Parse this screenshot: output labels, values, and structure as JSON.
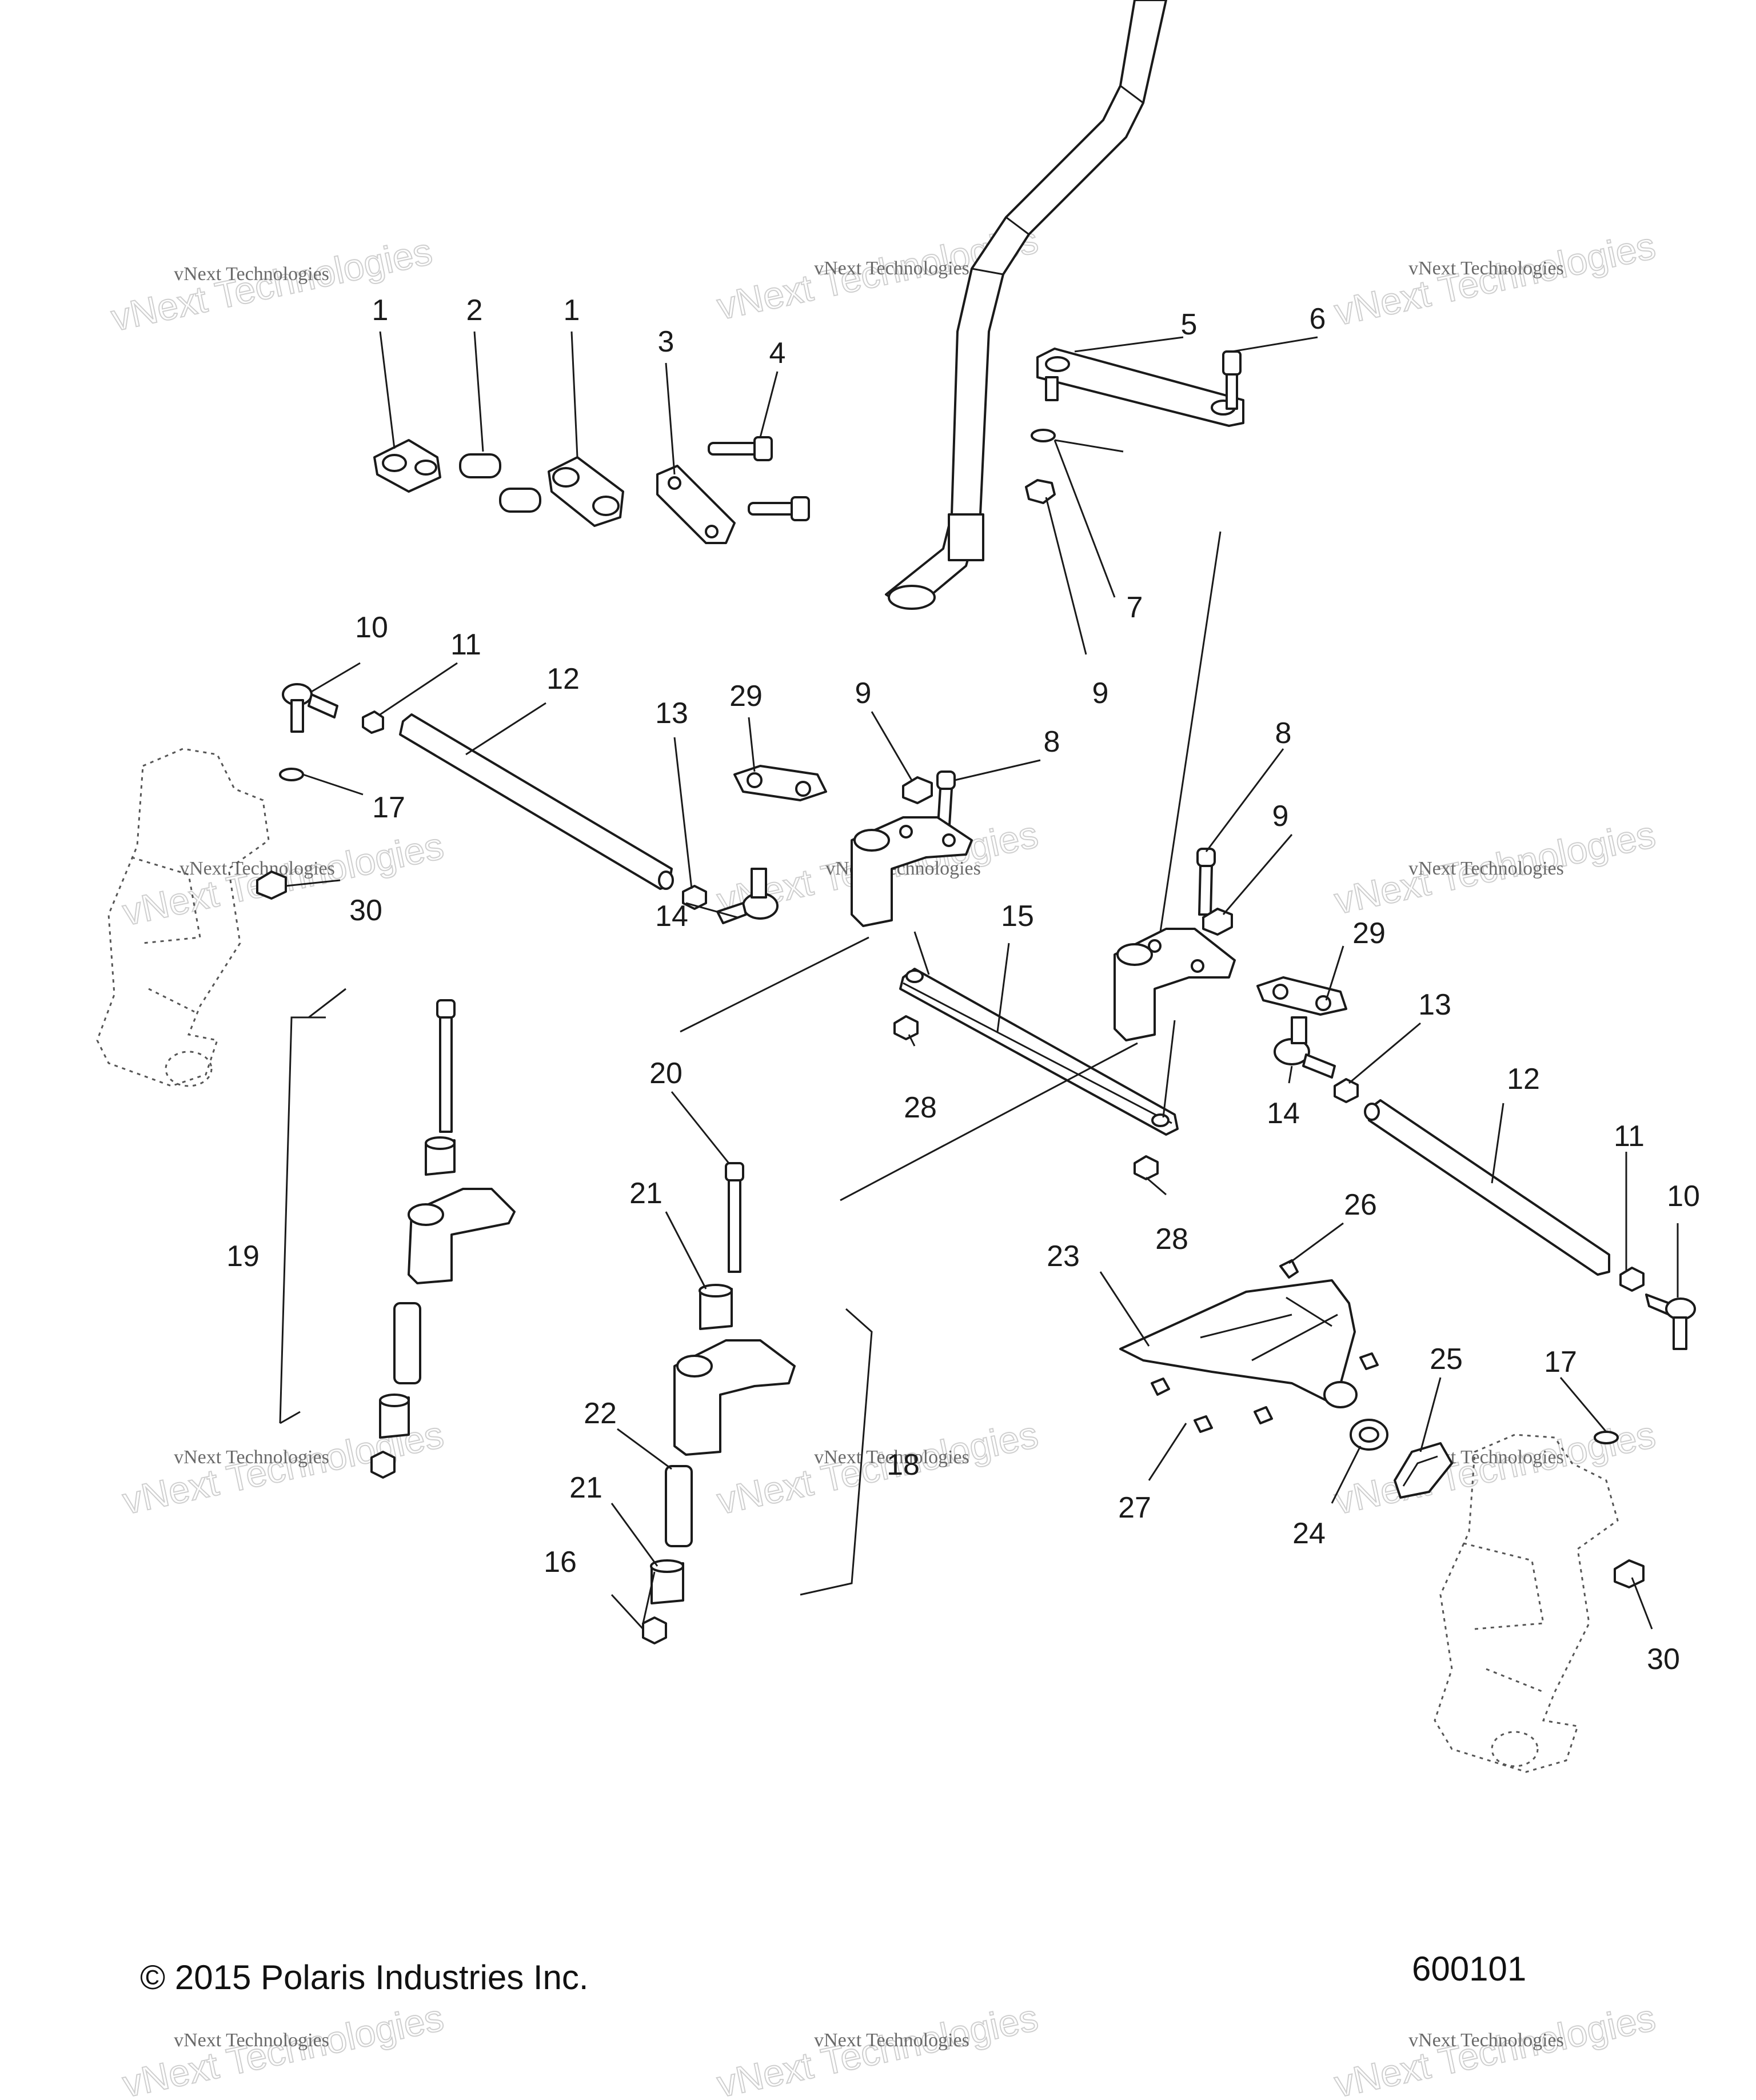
{
  "footer": {
    "copyright": "© 2015 Polaris Industries Inc.",
    "diagram_number": "600101"
  },
  "watermark": {
    "line1": "vNext Technologies",
    "line2": "vNext\nTechnologies"
  },
  "callouts": [
    "1",
    "2",
    "1",
    "3",
    "4",
    "5",
    "6",
    "7",
    "9",
    "10",
    "11",
    "12",
    "13",
    "29",
    "9",
    "8",
    "14",
    "17",
    "30",
    "8",
    "9",
    "29",
    "15",
    "13",
    "12",
    "14",
    "28",
    "28",
    "20",
    "21",
    "19",
    "22",
    "21",
    "16",
    "23",
    "26",
    "27",
    "24",
    "25",
    "11",
    "10",
    "17",
    "30",
    "18"
  ]
}
